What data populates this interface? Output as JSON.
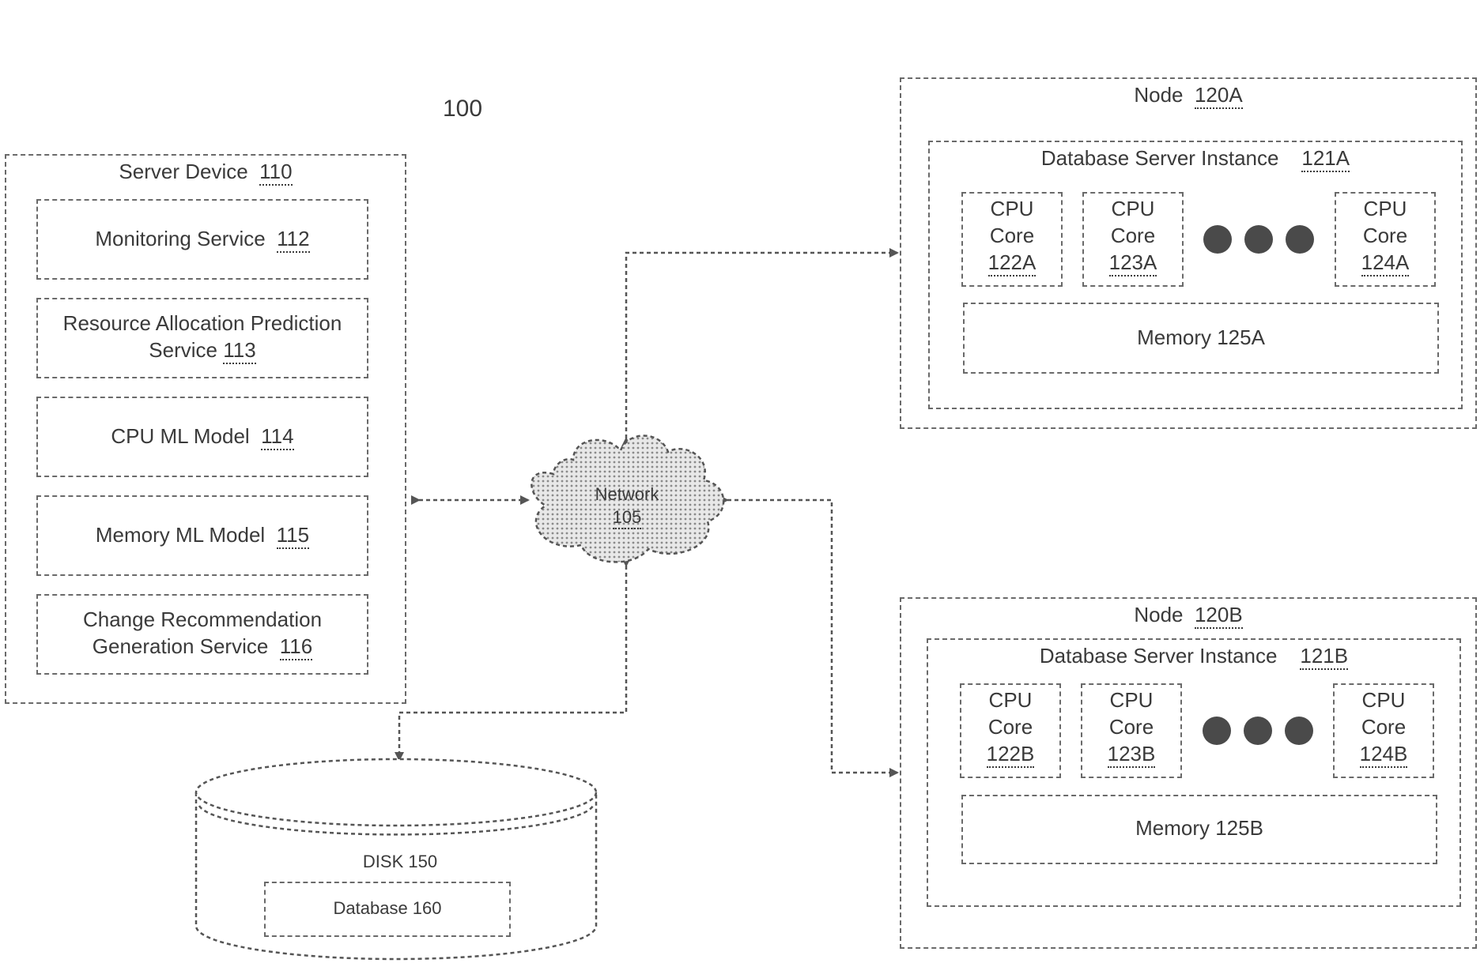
{
  "figure_number": "100",
  "server_device": {
    "title": "Server Device",
    "ref": "110",
    "services": [
      {
        "line1": "Monitoring Service",
        "line2": "",
        "ref": "112"
      },
      {
        "line1": "Resource Allocation Prediction",
        "line2": "Service",
        "ref": "113"
      },
      {
        "line1": "CPU ML Model",
        "line2": "",
        "ref": "114"
      },
      {
        "line1": "Memory ML Model",
        "line2": "",
        "ref": "115"
      },
      {
        "line1": "Change Recommendation",
        "line2": "Generation Service",
        "ref": "116"
      }
    ]
  },
  "network": {
    "label": "Network",
    "ref": "105"
  },
  "disk": {
    "label": "DISK 150",
    "database": "Database 160"
  },
  "node_a": {
    "title": "Node",
    "ref": "120A",
    "instance": {
      "title": "Database Server Instance",
      "ref": "121A"
    },
    "cores": [
      {
        "line1": "CPU",
        "line2": "Core",
        "ref": "122A"
      },
      {
        "line1": "CPU",
        "line2": "Core",
        "ref": "123A"
      },
      {
        "line1": "CPU",
        "line2": "Core",
        "ref": "124A"
      }
    ],
    "memory": "Memory 125A"
  },
  "node_b": {
    "title": "Node",
    "ref": "120B",
    "instance": {
      "title": "Database Server Instance",
      "ref": "121B"
    },
    "cores": [
      {
        "line1": "CPU",
        "line2": "Core",
        "ref": "122B"
      },
      {
        "line1": "CPU",
        "line2": "Core",
        "ref": "123B"
      },
      {
        "line1": "CPU",
        "line2": "Core",
        "ref": "124B"
      }
    ],
    "memory": "Memory 125B"
  }
}
